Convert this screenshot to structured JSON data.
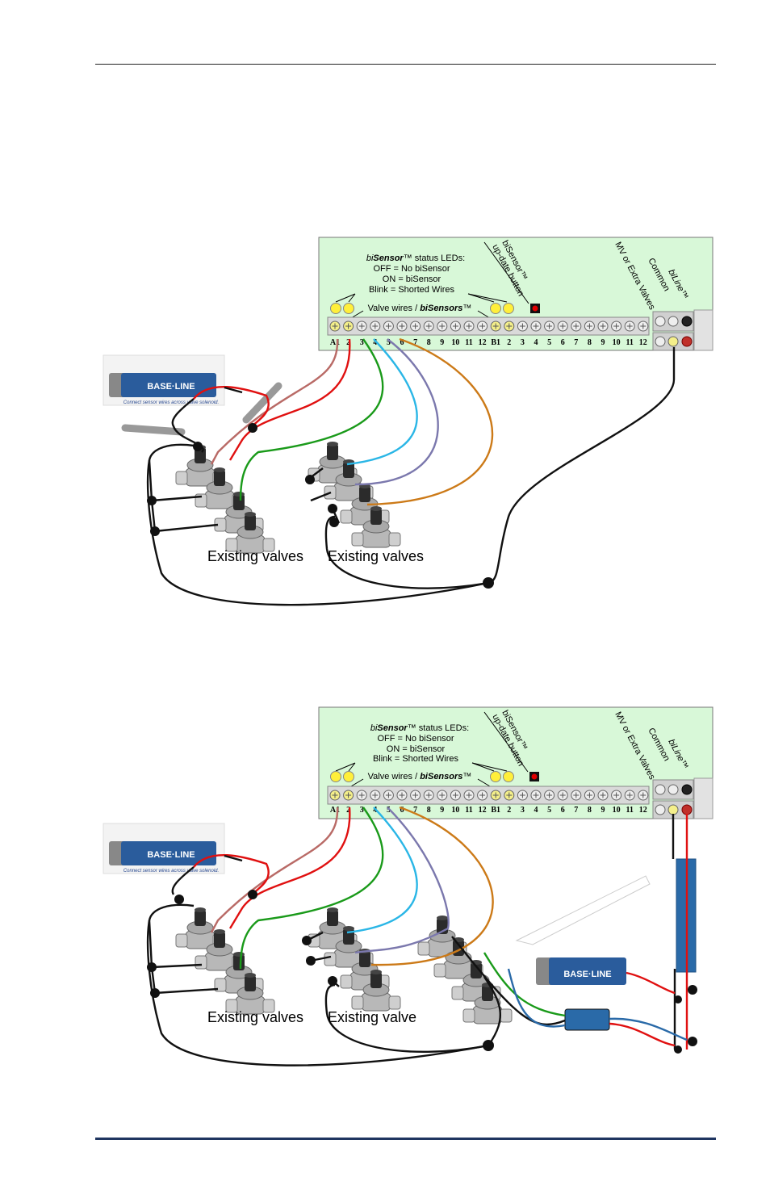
{
  "page": {
    "header_rule": true,
    "footer_rule_color": "#1f3560"
  },
  "controller": {
    "led_title_prefix": "bi",
    "led_title_brand": "Sensor",
    "led_title_suffix": "™ status LEDs:",
    "led_off": "OFF = No biSensor",
    "led_on": "ON = biSensor",
    "led_blink": "Blink = Shorted Wires",
    "valve_wires_label_prefix": "Valve wires / ",
    "valve_wires_label_brand": "biSensors",
    "valve_wires_label_suffix": "™",
    "update_button_line1": "biSensor™",
    "update_button_line2": "up-date button",
    "mv_label": "MV or Extra Valves",
    "common_label": "Common",
    "biline_label": "biLine™",
    "terminals": [
      "A1",
      "2",
      "3",
      "4",
      "5",
      "6",
      "7",
      "8",
      "9",
      "10",
      "11",
      "12",
      "B1",
      "2",
      "3",
      "4",
      "5",
      "6",
      "7",
      "8",
      "9",
      "10",
      "11",
      "12"
    ],
    "panel_color": "#d8f8d8",
    "led_color": "#ffef3a",
    "button_color": "#e00000"
  },
  "sensor_box": {
    "brand": "BASE·LINE",
    "caption": "Connect sensor wires across valve solenoid."
  },
  "diagram1": {
    "label_left": "Existing valves",
    "label_right": "Existing valves"
  },
  "diagram2": {
    "label_left": "Existing valves",
    "label_right": "Existing valve"
  },
  "wire_colors": {
    "brown_red": "#b96a66",
    "red": "#e01010",
    "green": "#1a9a1a",
    "cyan": "#2ab6e6",
    "purple": "#7b78ad",
    "orange": "#cc7a18",
    "black": "#111111",
    "blue": "#2a6aa8"
  }
}
